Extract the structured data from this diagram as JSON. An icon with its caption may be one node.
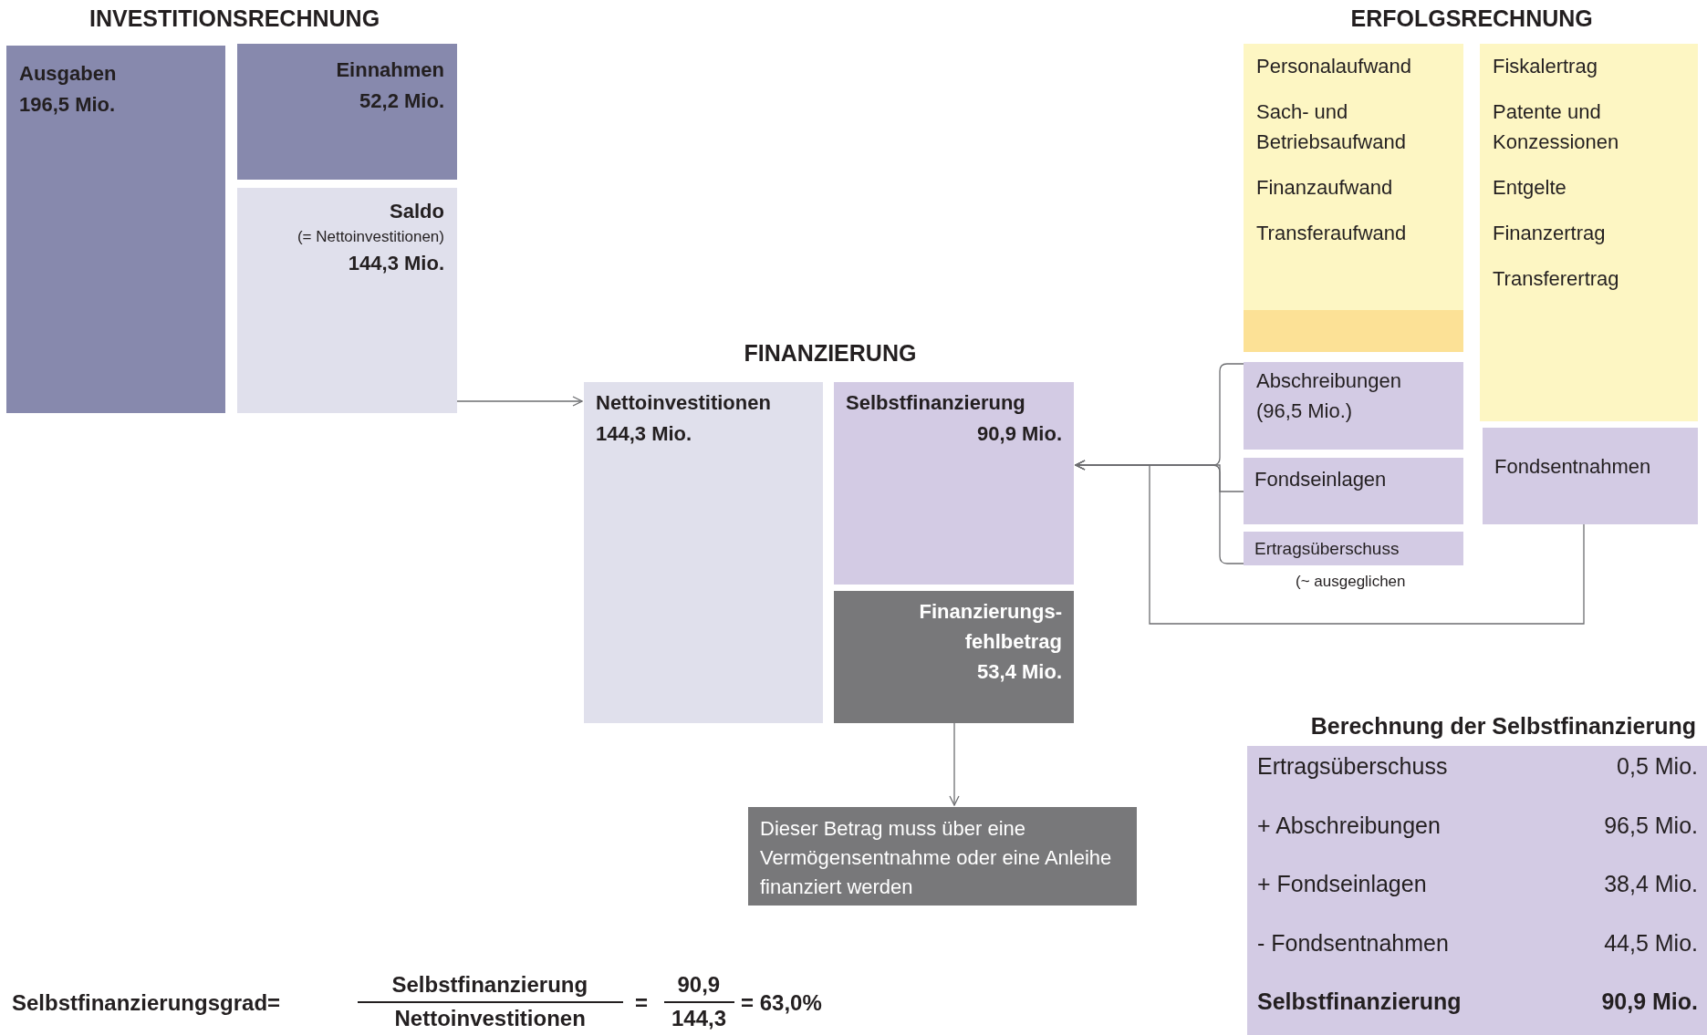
{
  "diagram": {
    "nodes": [
      {
        "text": [
          "Ausgaben",
          "196,5 Mio."
        ]
      },
      {
        "text": [
          "Einnahmen",
          "52,2 Mio."
        ]
      },
      {
        "text": [
          "Saldo",
          "(= Nettoinvestitionen)",
          "144,3 Mio."
        ]
      },
      {
        "text": [
          "Nettoinvestitionen",
          "144,3 Mio."
        ]
      },
      {
        "text": [
          "Selbstfinanzierung",
          "90,9 Mio."
        ]
      },
      {
        "text": [
          "Finanzierungs- fehlbetrag",
          "53,4 Mio."
        ]
      },
      {
        "text": [
          "Dieser Betrag muss über eine Vermögensentnahme oder eine Anleihe finanziert werden"
        ]
      },
      {
        "text": [
          "Personalaufwand",
          "Sach- und Betriebsaufwand",
          "Finanzaufwand",
          "Transferaufwand"
        ]
      },
      {
        "text": [],
        "shape": "bar"
      },
      {
        "text": [
          "Fiskalertrag",
          "Patente und Konzessionen",
          "Entgelte",
          "Finanzertrag",
          "Transferertrag"
        ]
      },
      {
        "text": [
          "Abschreibungen (96,5 Mio.)"
        ]
      },
      {
        "text": [
          "Fondseinlagen"
        ]
      },
      {
        "text": [
          "Ertragsüberschuss"
        ],
        "beside": [
          "(~ ausgeglichen"
        ]
      },
      {
        "text": [
          "Fondsentnahmen"
        ]
      },
      {
        "text": [
          "Berechnung der Selbstfinanzierung",
          "Ertragsüberschuss",
          "0,5 Mio.",
          "+ Abschreibungen",
          "96,5 Mio.",
          "+ Fondseinlagen",
          "38,4 Mio.",
          "- Fondsentnahmen",
          "44,5 Mio.",
          "Selbstfinanzierung",
          "90,9 Mio."
        ]
      }
    ],
    "edges": [
      {
        "from": 2,
        "to": 3,
        "arrow": "to"
      },
      {
        "from": 5,
        "to": 6,
        "arrow": "to"
      },
      {
        "from": 10,
        "to": 4,
        "arrow": "to"
      },
      {
        "from": 11,
        "to": 4,
        "arrow": "to"
      },
      {
        "from": 12,
        "to": 4,
        "arrow": "to"
      },
      {
        "from": 13,
        "to": 4,
        "arrow": "to"
      }
    ],
    "labels": [
      "INVESTITIONSRECHNUNG",
      "ERFOLGSRECHNUNG",
      "FINANZIERUNG",
      "Selbstfinanzierungsgrad=",
      "Selbstfinanzierung",
      "Nettoinvestitionen",
      "=",
      "90,9",
      "144,3",
      "= 63,0%"
    ]
  }
}
